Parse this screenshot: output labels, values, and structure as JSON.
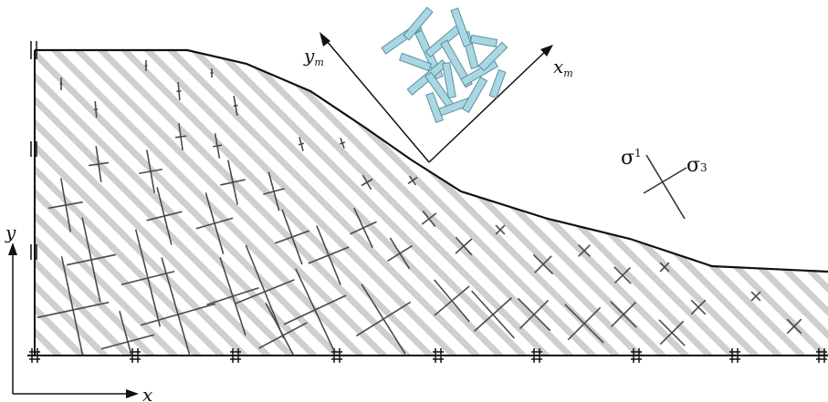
{
  "figure": {
    "global_axes": {
      "y_label": "y",
      "x_label": "x"
    },
    "material_axes": {
      "y_label": "y",
      "y_subscript": "m",
      "x_label": "x",
      "x_subscript": "m"
    },
    "stress_legend": {
      "sigma1_symbol": "σ",
      "sigma1_subscript": "1",
      "sigma3_symbol": "σ",
      "sigma3_subscript": "3"
    },
    "colors": {
      "hatch": "#c8c8c8",
      "outline": "#111111",
      "cross": "#4a4a4a",
      "crystal_fill": "#a9d8e2",
      "crystal_stroke": "#5a8fa0"
    }
  }
}
